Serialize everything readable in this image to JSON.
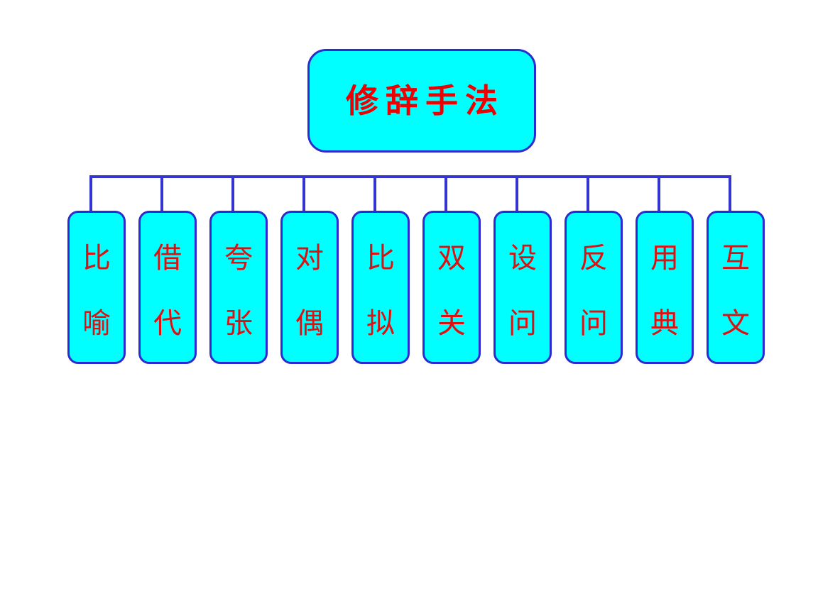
{
  "diagram": {
    "title": "修辞手法",
    "children": [
      {
        "label": "比喻"
      },
      {
        "label": "借代"
      },
      {
        "label": "夸张"
      },
      {
        "label": "对偶"
      },
      {
        "label": "比拟"
      },
      {
        "label": "双关"
      },
      {
        "label": "设问"
      },
      {
        "label": "反问"
      },
      {
        "label": "用典"
      },
      {
        "label": "互文"
      }
    ]
  },
  "colors": {
    "background": "#ffffff",
    "box_fill": "#00ffff",
    "box_border": "#2b2bd0",
    "connector": "#3434ce",
    "title_text": "#ee0000",
    "child_text": "#dd1111"
  }
}
